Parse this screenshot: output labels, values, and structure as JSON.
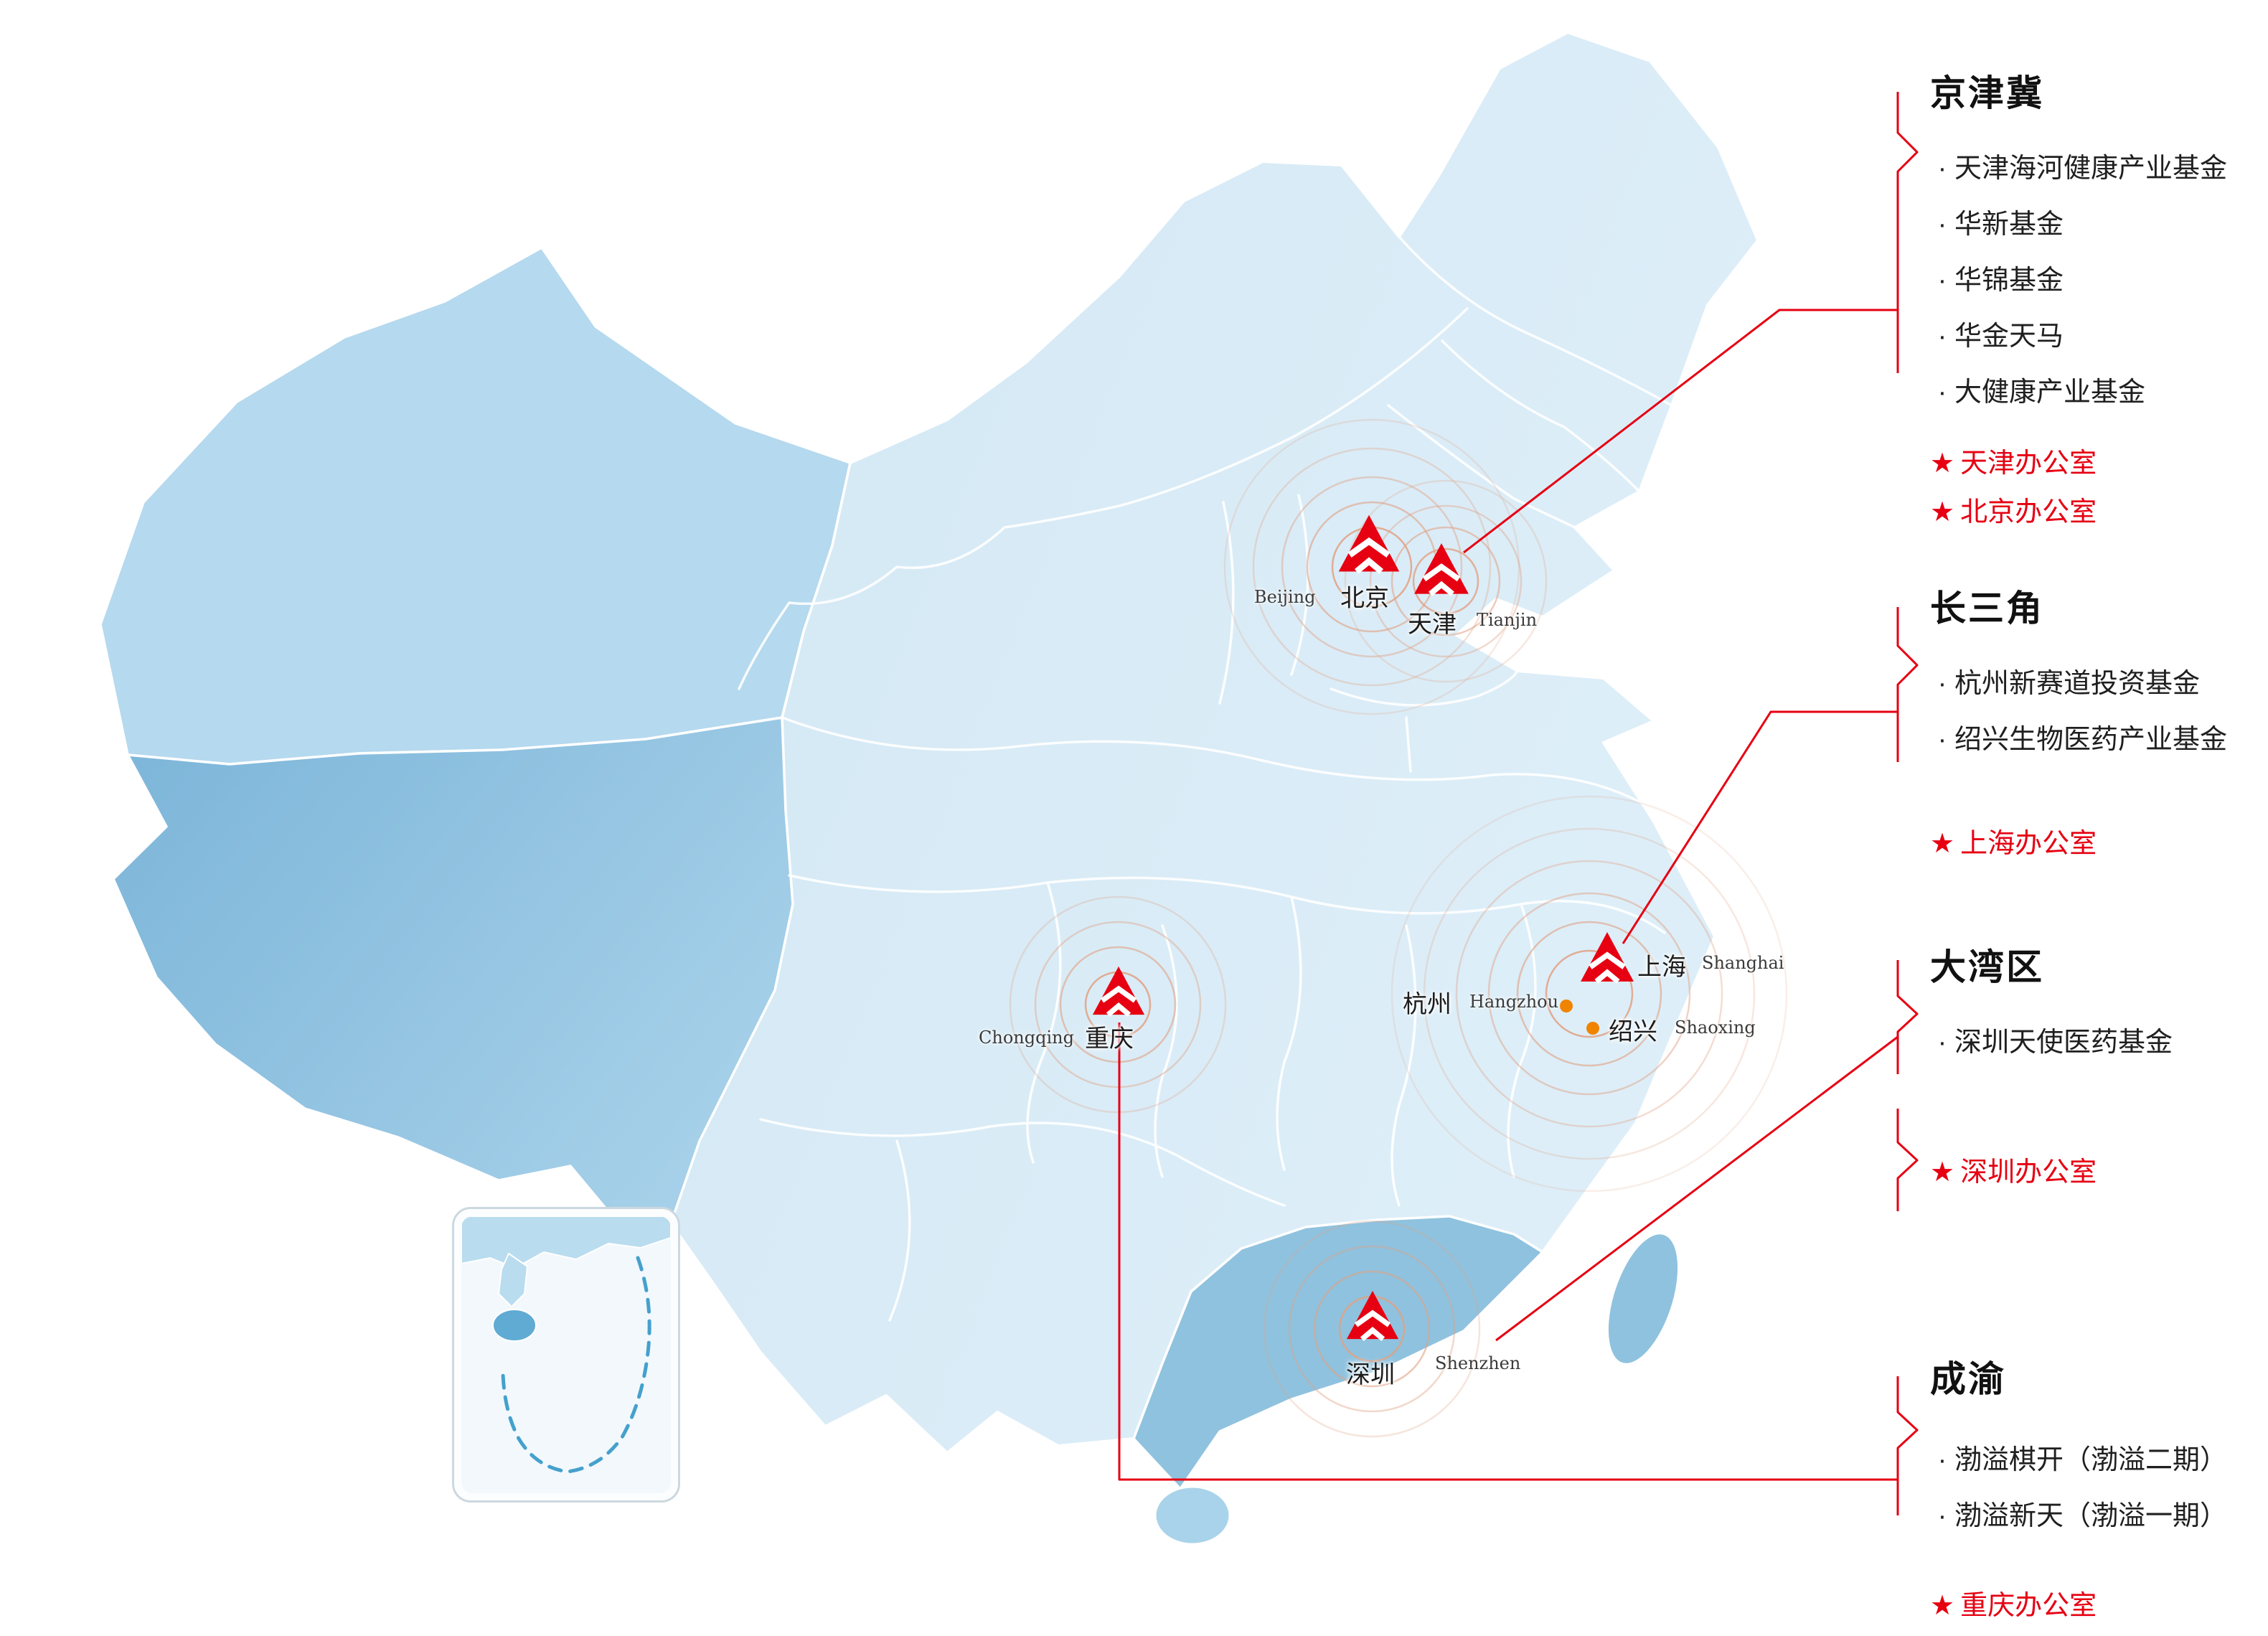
{
  "ui": {
    "bullet": "·",
    "star": "★"
  },
  "colors": {
    "accent_red": "#e60012",
    "ripple": "#e0a184",
    "orange_dot": "#f08300",
    "map_light": "#d9ecf7",
    "map_mid": "#b5d9ee",
    "map_dark": "#8fc2de",
    "inset_sea_dash": "#45a0cc"
  },
  "regions": [
    {
      "name": "京津冀",
      "funds": [
        "天津海河健康产业基金",
        "华新基金",
        "华锦基金",
        "华金天马",
        "大健康产业基金"
      ],
      "offices": [
        "天津办公室",
        "北京办公室"
      ]
    },
    {
      "name": "长三角",
      "funds": [
        "杭州新赛道投资基金",
        "绍兴生物医药产业基金"
      ],
      "offices": [
        "上海办公室"
      ]
    },
    {
      "name": "大湾区",
      "funds": [
        "深圳天使医药基金"
      ],
      "offices": [
        "深圳办公室"
      ]
    },
    {
      "name": "成渝",
      "funds": [
        "渤溢棋开（渤溢二期）",
        "渤溢新天（渤溢一期）"
      ],
      "offices": [
        "重庆办公室"
      ]
    }
  ],
  "cities": [
    {
      "cn": "北京",
      "en": "Beijing"
    },
    {
      "cn": "天津",
      "en": "Tianjin"
    },
    {
      "cn": "上海",
      "en": "Shanghai"
    },
    {
      "cn": "杭州",
      "en": "Hangzhou"
    },
    {
      "cn": "绍兴",
      "en": "Shaoxing"
    },
    {
      "cn": "重庆",
      "en": "Chongqing"
    },
    {
      "cn": "深圳",
      "en": "Shenzhen"
    }
  ]
}
